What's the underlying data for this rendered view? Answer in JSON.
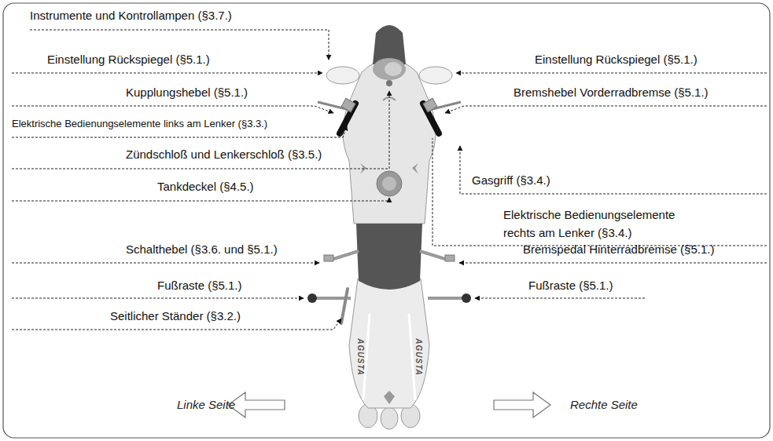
{
  "diagram": {
    "labels": [
      "Instrumente und Kontrollampen (§3.7.)",
      "Einstellung Rückspiegel (§5.1.)",
      "Einstellung Rückspiegel (§5.1.)",
      "Kupplungshebel (§5.1.)",
      "Bremshebel Vorderradbremse (§5.1.)",
      "Elektrische Bedienungselemente links am Lenker (§3.3.)",
      "Zündschloß und Lenkerschloß (§3.5.)",
      "Gasgriff (§3.4.)",
      "Tankdeckel (§4.5.)",
      "Elektrische Bedienungselemente rechts am Lenker (§3.4.)",
      "Schalthebel (§3.6. und §5.1.)",
      "Bremspedal Hinterradbremse (§5.1.)",
      "Fußraste (§5.1.)",
      "Fußraste (§5.1.)",
      "Seitlicher Ständer (§3.2.)",
      "AGUSTA",
      "AGUSTA",
      "Linke Seite",
      "Rechte Seite"
    ]
  }
}
